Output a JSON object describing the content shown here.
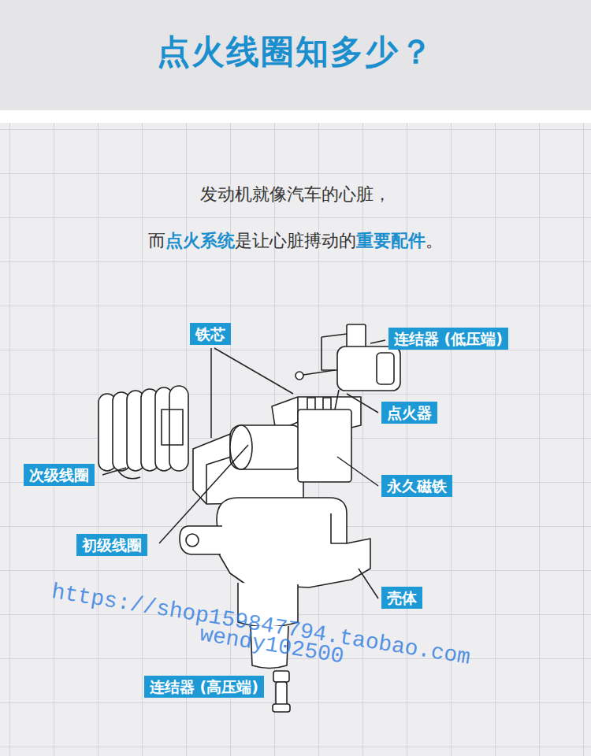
{
  "diagram": {
    "title": "点火线圈知多少？",
    "nodes": [
      {
        "text": [
          "铁芯"
        ]
      },
      {
        "text": [
          "连结器 (低压端)"
        ]
      },
      {
        "text": [
          "点火器"
        ]
      },
      {
        "text": [
          "次级线圈"
        ]
      },
      {
        "text": [
          "永久磁铁"
        ]
      },
      {
        "text": [
          "初级线圈"
        ]
      },
      {
        "text": [
          "壳体"
        ]
      },
      {
        "text": [
          "连结器 (高压端)"
        ]
      }
    ],
    "labels": [
      "发动机就像汽车的心脏，",
      "而",
      "点火系统",
      "是让心脏搏动的",
      "重要配件",
      "。",
      "https://shop159847794.taobao.com",
      "wendy102500"
    ]
  }
}
